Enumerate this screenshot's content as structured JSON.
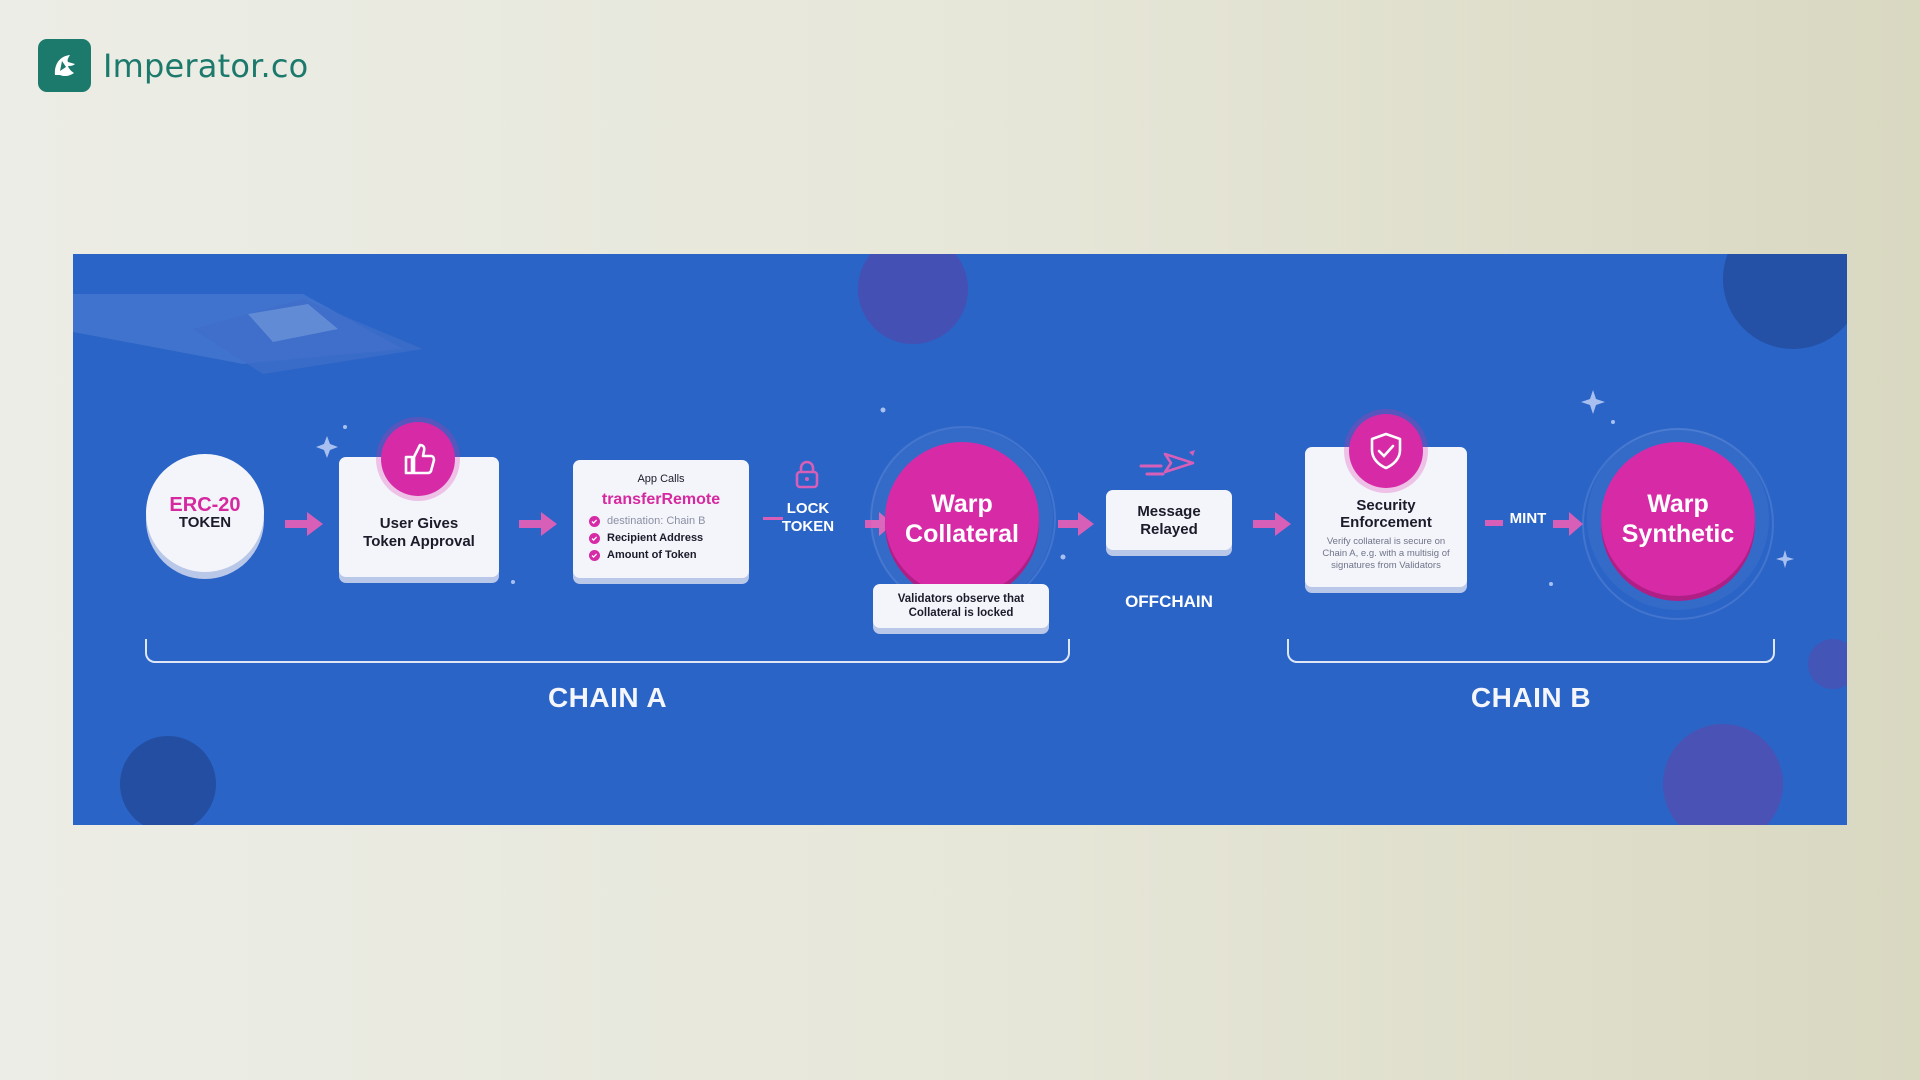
{
  "brand": {
    "name": "Imperator.co",
    "icon": "spartan-helmet-icon"
  },
  "diagram": {
    "erc20": {
      "top": "ERC-20",
      "bottom": "TOKEN"
    },
    "approval": {
      "line1": "User Gives",
      "line2": "Token Approval",
      "icon": "thumbs-up-icon"
    },
    "app_calls": {
      "header": "App Calls",
      "method": "transferRemote",
      "items": [
        "destination: Chain B",
        "Recipient Address",
        "Amount of Token"
      ]
    },
    "lock": {
      "line1": "LOCK",
      "line2": "TOKEN",
      "icon": "lock-icon"
    },
    "collateral": {
      "line1": "Warp",
      "line2": "Collateral",
      "note1": "Validators observe that",
      "note2": "Collateral is locked"
    },
    "relay": {
      "line1": "Message",
      "line2": "Relayed",
      "icon": "paper-plane-icon",
      "label": "OFFCHAIN"
    },
    "security": {
      "line1": "Security",
      "line2": "Enforcement",
      "desc1": "Verify collateral is secure on",
      "desc2": "Chain A, e.g. with a multisig of",
      "desc3": "signatures from Validators",
      "icon": "shield-check-icon"
    },
    "mint": {
      "label": "MINT"
    },
    "synthetic": {
      "line1": "Warp",
      "line2": "Synthetic"
    },
    "chain_a": "CHAIN A",
    "chain_b": "CHAIN B"
  },
  "colors": {
    "panel": "#2a64c6",
    "accent": "#d62aa7",
    "brand": "#1b7a6c",
    "card": "#f4f5fb"
  }
}
